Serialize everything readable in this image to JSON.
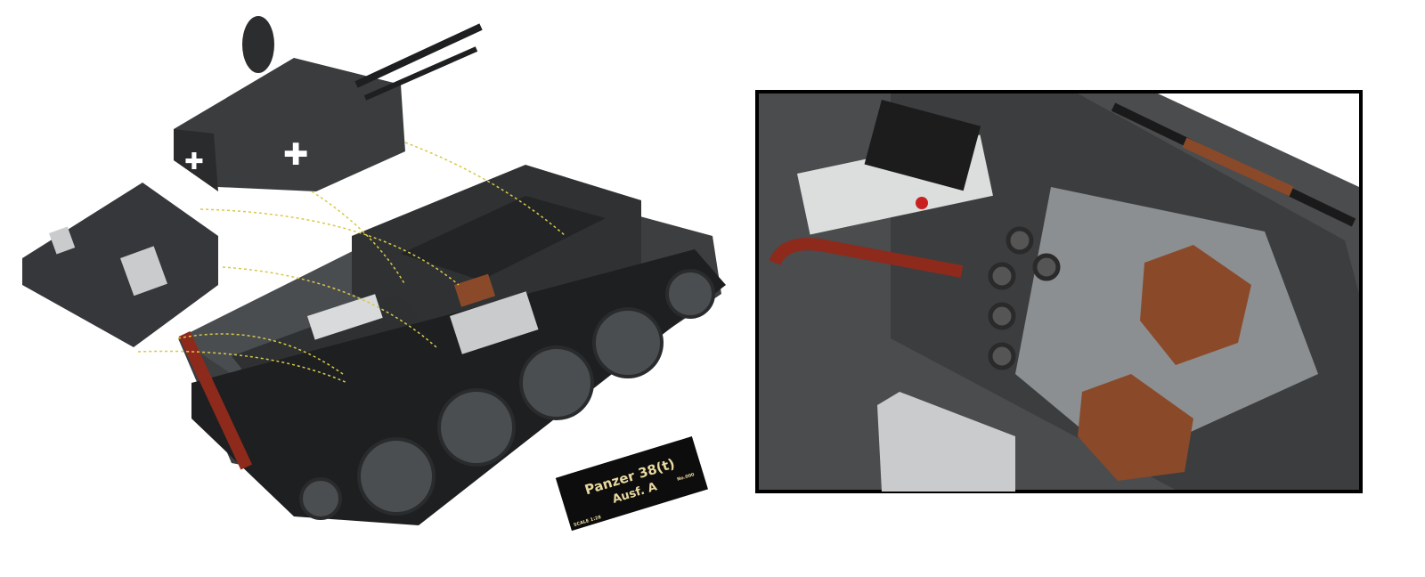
{
  "plaque": {
    "title": "Panzer 38(t)",
    "subtitle": "Ausf. A",
    "number": "No.000",
    "scale": "SCALE 1:28"
  },
  "colors": {
    "hull": "#3c3e40",
    "hull_light": "#55585a",
    "track": "#1e1f20",
    "rust": "#8e2a1c",
    "brown": "#8a4a2a",
    "silver": "#b9bcbd",
    "inset_border": "#000000",
    "guide_lines": "#d8c84a"
  }
}
